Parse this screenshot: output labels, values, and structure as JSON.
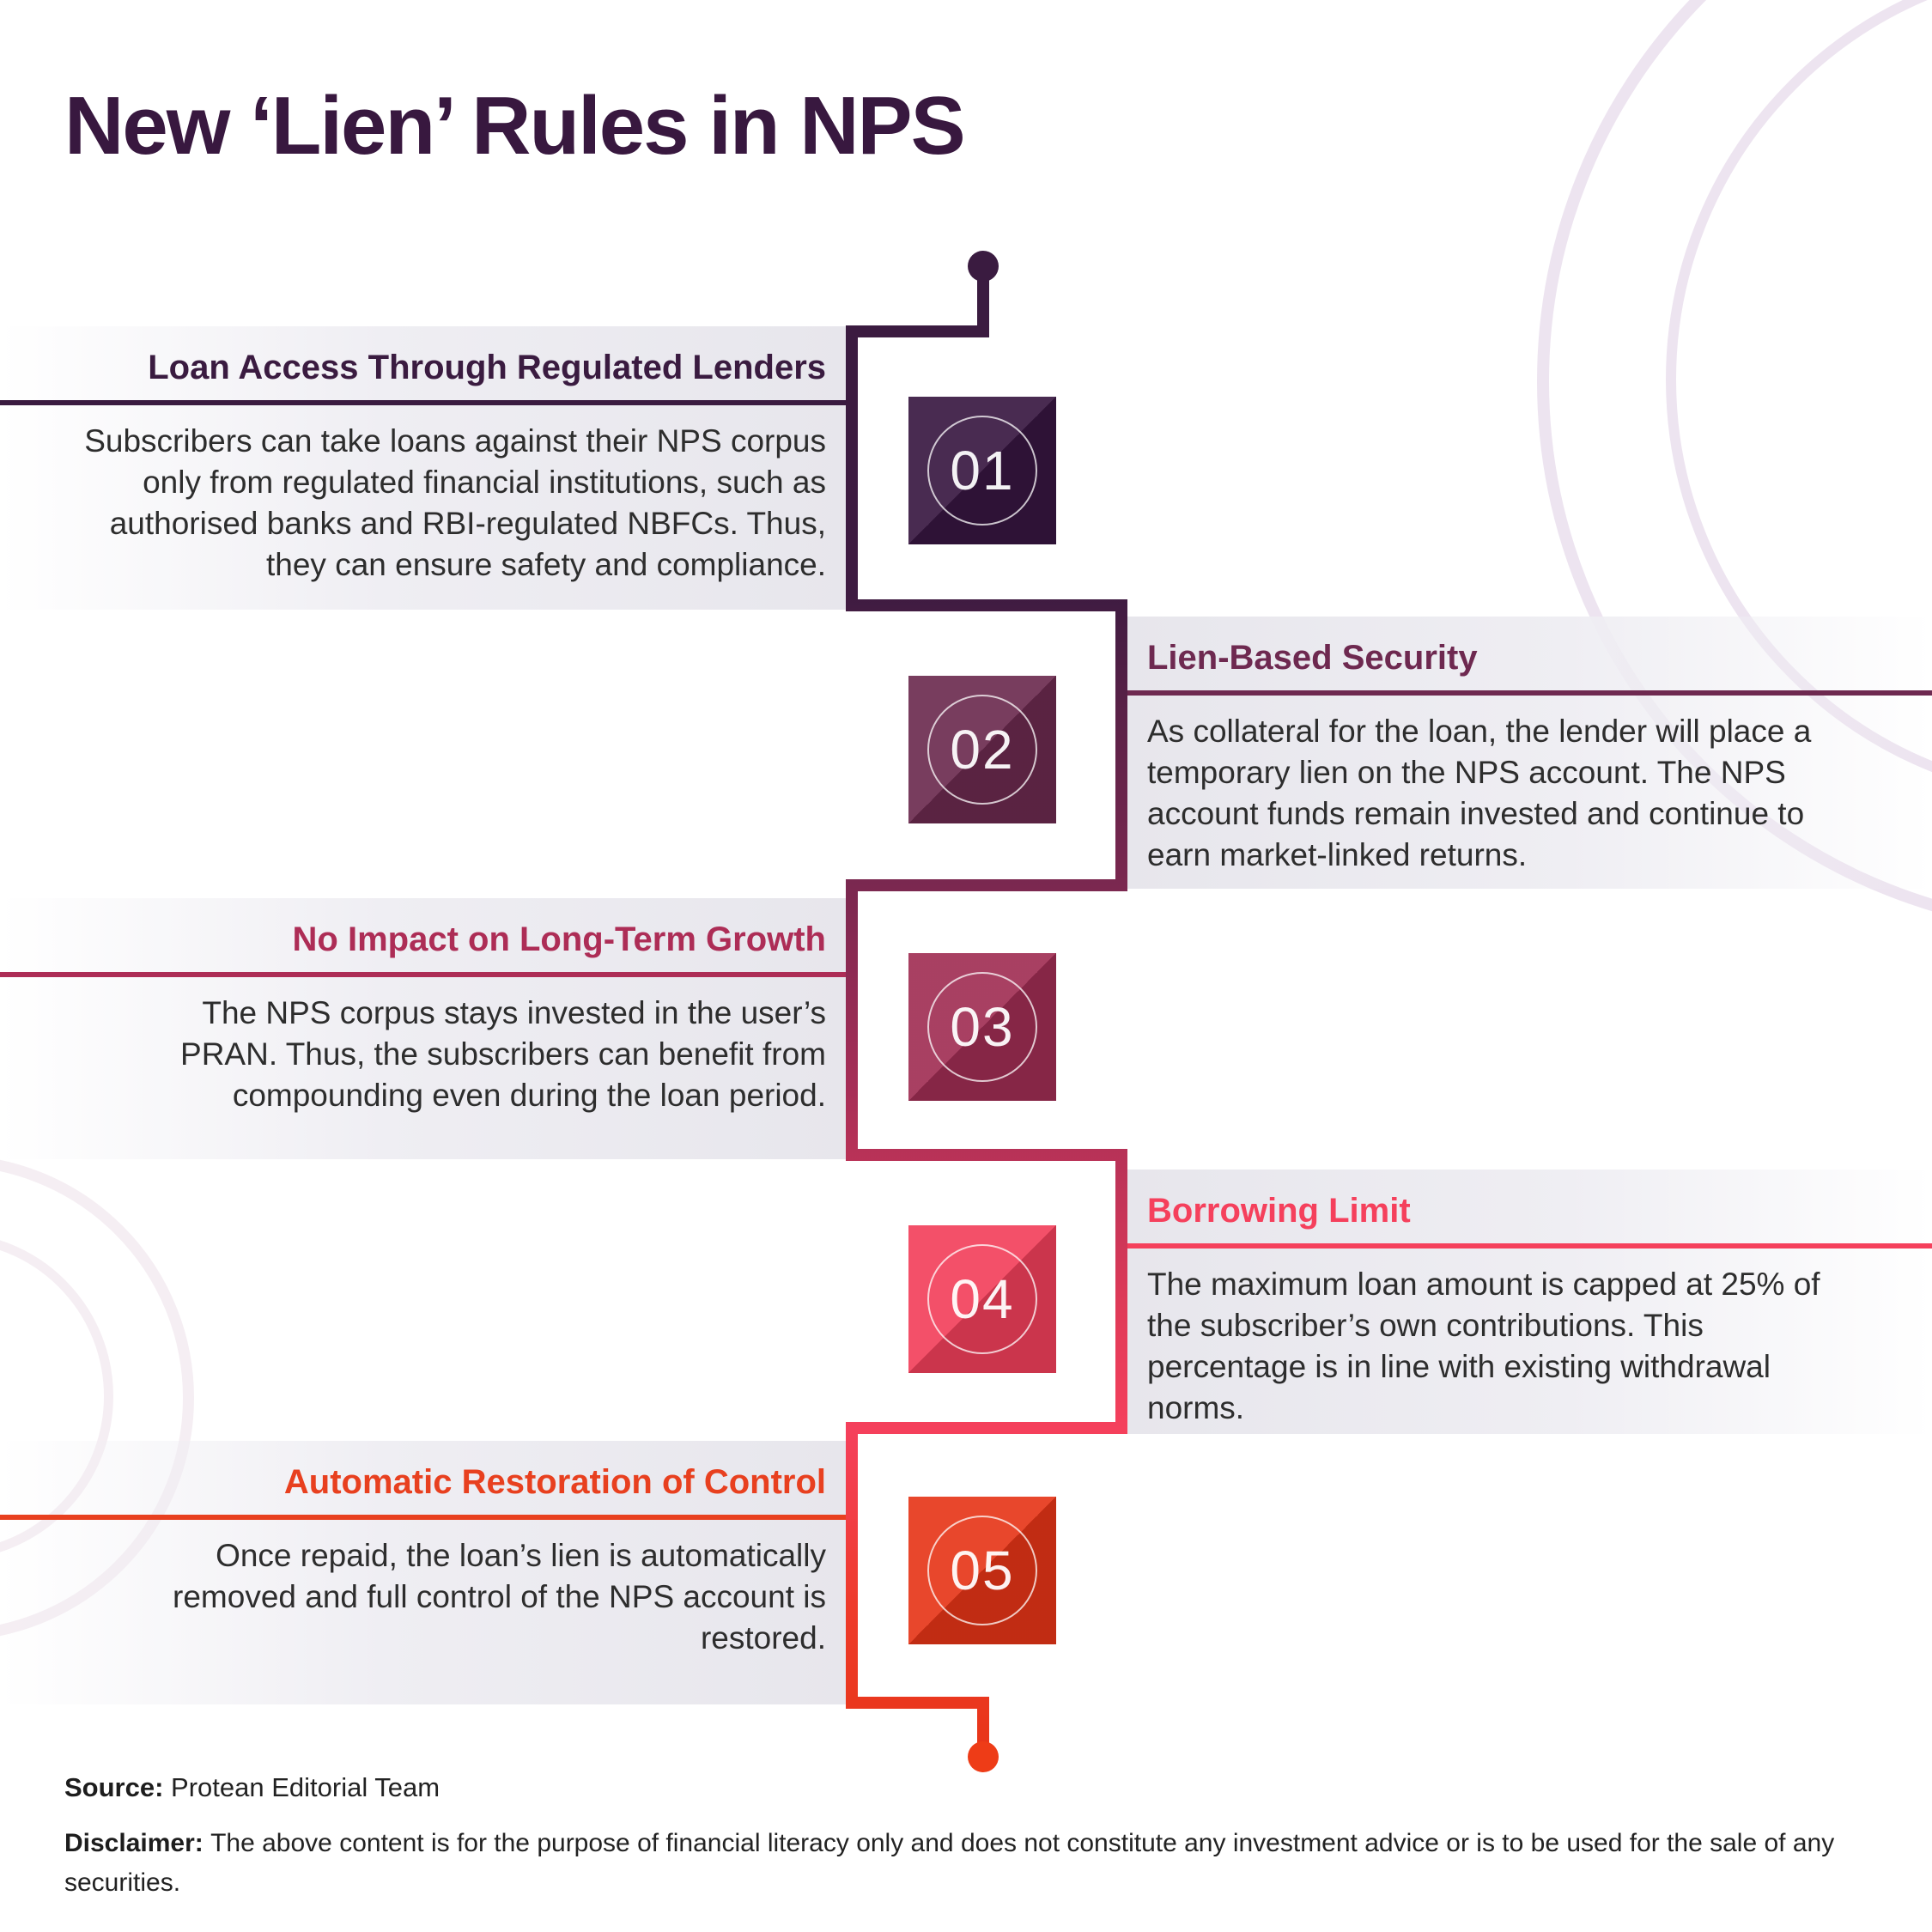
{
  "title": "New ‘Lien’ Rules in NPS",
  "steps": [
    {
      "number": "01",
      "heading": "Loan Access Through Regulated Lenders",
      "side": "left",
      "accent": "#3A1B40",
      "square_color": "#371640",
      "body_lines": [
        "Subscribers can take loans against their NPS corpus",
        "only from regulated financial institutions, such as",
        "authorised banks and RBI-regulated NBFCs. Thus,",
        "they can ensure safety and compliance."
      ]
    },
    {
      "number": "02",
      "heading": "Lien-Based Security",
      "side": "right",
      "accent": "#6E2950",
      "square_color": "#6B2A4E",
      "body_lines": [
        "As collateral for the loan, the lender will place a",
        "temporary lien on the NPS account. The NPS",
        "account funds remain invested and continue to",
        "earn market-linked returns."
      ]
    },
    {
      "number": "03",
      "heading": "No Impact on Long-Term Growth",
      "side": "left",
      "accent": "#AD2D56",
      "square_color": "#A02D53",
      "body_lines": [
        "The NPS corpus stays invested in the user’s",
        "PRAN. Thus, the subscribers can benefit from",
        "compounding even during the loan period."
      ]
    },
    {
      "number": "04",
      "heading": "Borrowing Limit",
      "side": "right",
      "accent": "#F5405C",
      "square_color": "#F23F5A",
      "body_lines": [
        "The maximum loan amount is capped at 25% of",
        "the subscriber’s own contributions. This",
        "percentage is in line with existing withdrawal",
        "norms."
      ]
    },
    {
      "number": "05",
      "heading": "Automatic Restoration of Control",
      "side": "left",
      "accent": "#E8401F",
      "square_color": "#E63517",
      "body_lines": [
        "Once repaid, the loan’s lien is automatically",
        "removed and full control of the NPS account is",
        "restored."
      ]
    }
  ],
  "timeline": {
    "start_dot_color": "#3A1B40",
    "end_dot_color": "#EE3C17",
    "gradient": [
      "#3A1B40",
      "#5A2147",
      "#7C2850",
      "#A62E57",
      "#E03A58",
      "#F5405C",
      "#E83517"
    ]
  },
  "decor": {
    "ring_color_top_right": "#EDE4F0",
    "ring_color_bottom_left": "#F5EEF3"
  },
  "footer": {
    "source_label": "Source:",
    "source_text": "Protean Editorial Team",
    "disclaimer_label": "Disclaimer:",
    "disclaimer_text": "The above content is for the purpose of financial literacy only and does not constitute any investment advice or is to be used for the sale of any securities."
  }
}
